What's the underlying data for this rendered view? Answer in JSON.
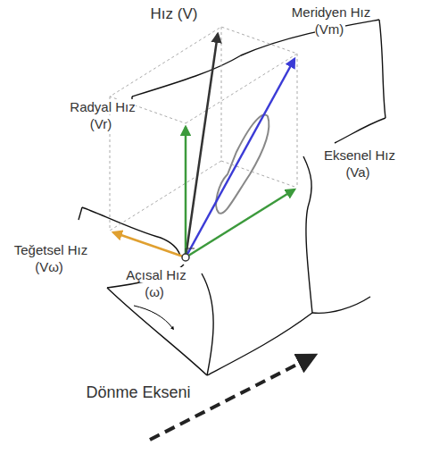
{
  "diagram": {
    "labels": [
      "Hız (V)",
      "Meridyen Hız (Vm)",
      "Radyal Hız (Vr)",
      "Eksenel Hız (Va)",
      "Teğetsel Hız (Vω)",
      "Açısal Hız (ω)",
      "Dönme Ekseni"
    ]
  }
}
